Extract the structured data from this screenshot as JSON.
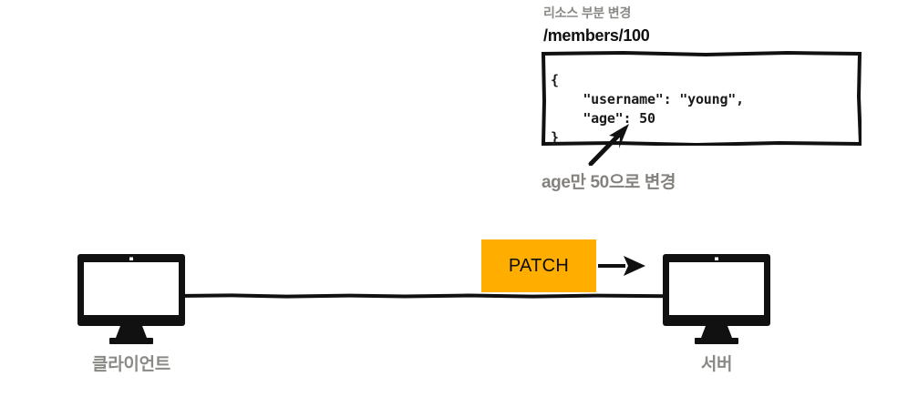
{
  "diagram": {
    "title_note": "리소스 부분 변경",
    "resource_path": "/members/100",
    "json_body": "{\n    \"username\": \"young\",\n    \"age\": 50\n}",
    "change_note": "age만 50으로 변경",
    "method_label": "PATCH",
    "client_label": "클라이언트",
    "server_label": "서버",
    "colors": {
      "method_box": "#FFAE00",
      "line": "#111111",
      "muted_text": "#8a8a85",
      "strong_text": "#101010",
      "background": "#ffffff"
    },
    "icons": {
      "client": "monitor-icon",
      "server": "monitor-icon",
      "request_arrow": "arrow-right-icon",
      "annotation_arrow": "arrow-up-left-icon"
    }
  }
}
